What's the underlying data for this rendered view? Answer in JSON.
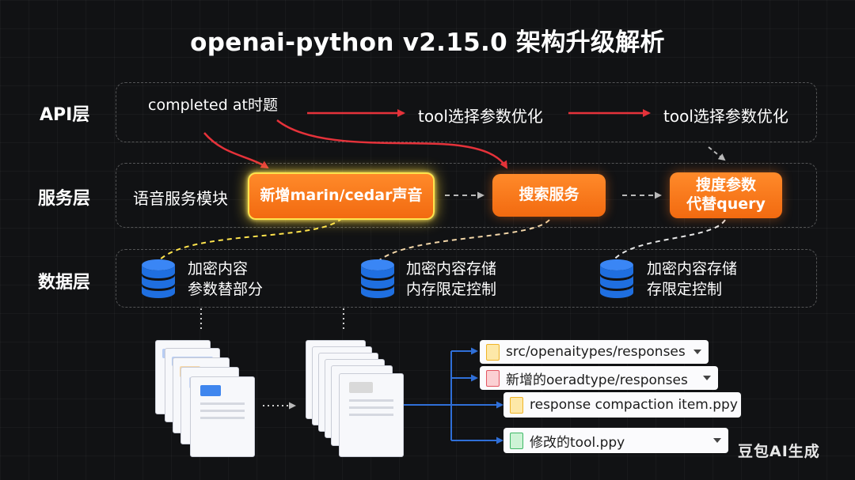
{
  "title": "openai-python v2.15.0 架构升级解析",
  "layers": {
    "api": "API层",
    "service": "服务层",
    "data": "数据层"
  },
  "api_layer": {
    "item1": "completed at时题",
    "item2": "tool选择参数优化",
    "item3": "tool选择参数优化"
  },
  "service_layer": {
    "module": "语音服务模块",
    "box1": "新增marin/cedar声音",
    "box2": "搜索服务",
    "box3_line1": "搜度参数",
    "box3_line2": "代替query"
  },
  "data_layer": {
    "db1_line1": "加密内容",
    "db1_line2": "参数替部分",
    "db2_line1": "加密内容存储",
    "db2_line2": "内存限定控制",
    "db3_line1": "加密内容存储",
    "db3_line2": "存限定控制"
  },
  "files": [
    {
      "label": "src/openaitypes/responses",
      "icon": "yellow",
      "has_caret": true
    },
    {
      "label": "新增的oeradtype/responses",
      "icon": "red",
      "has_caret": true
    },
    {
      "label": "response compaction item.ppy",
      "icon": "yellow",
      "has_caret": false
    },
    {
      "label": "修改的tool.ppy",
      "icon": "green",
      "has_caret": true
    }
  ],
  "watermark": "豆包AI生成",
  "colors": {
    "accent_orange": "#f26a10",
    "glow_yellow": "#ffe44d",
    "arrow_red": "#e5323a",
    "db_blue": "#1f6fe0",
    "connector_blue": "#2f6fd8"
  }
}
